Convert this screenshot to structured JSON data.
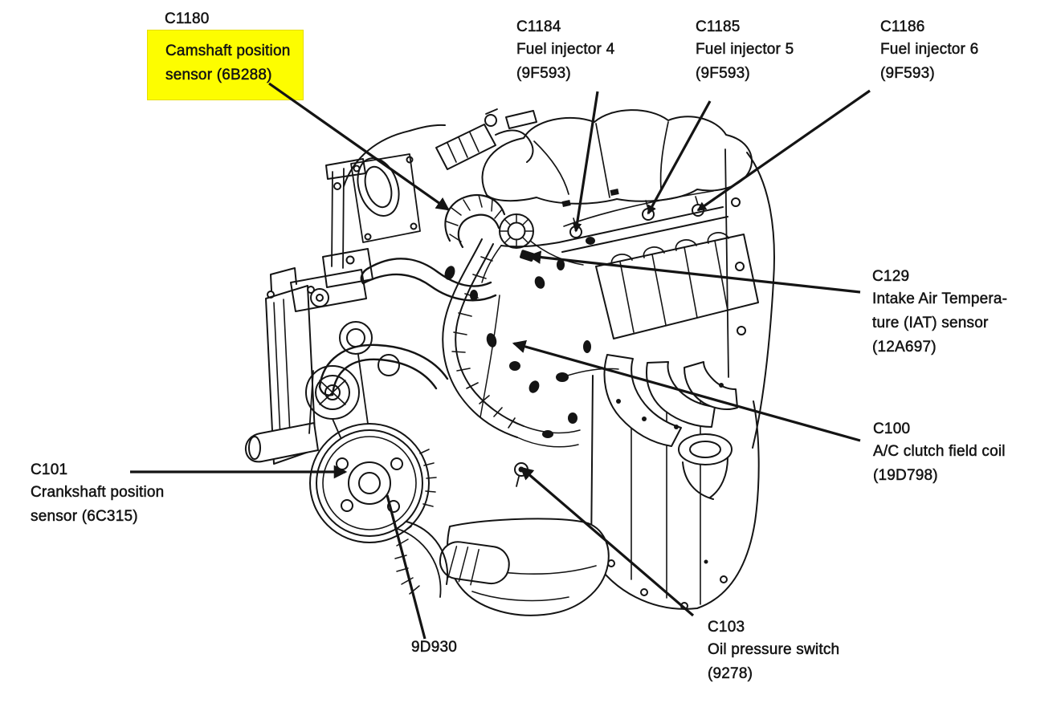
{
  "diagram": {
    "type": "engine-component-location-diagram",
    "highlight_color": "#fdfd00",
    "line_color": "#141414",
    "background_color": "#ffffff",
    "labels": {
      "c1180": {
        "code": "C1180",
        "line1": "Camshaft position",
        "line2": "sensor (6B288)",
        "highlighted": true
      },
      "c1184": {
        "code": "C1184",
        "line1": "Fuel injector 4",
        "line2": "(9F593)",
        "highlighted": false
      },
      "c1185": {
        "code": "C1185",
        "line1": "Fuel injector 5",
        "line2": "(9F593)",
        "highlighted": false
      },
      "c1186": {
        "code": "C1186",
        "line1": "Fuel injector 6",
        "line2": "(9F593)",
        "highlighted": false
      },
      "c129": {
        "code": "C129",
        "line1": "Intake Air Tempera-",
        "line2": "ture (IAT) sensor",
        "line3": "(12A697)",
        "highlighted": false
      },
      "c100": {
        "code": "C100",
        "line1": "A/C clutch field coil",
        "line2": "(19D798)",
        "highlighted": false
      },
      "c101": {
        "code": "C101",
        "line1": "Crankshaft position",
        "line2": "sensor (6C315)",
        "highlighted": false
      },
      "d9d930": {
        "code": "9D930",
        "highlighted": false
      },
      "c103": {
        "code": "C103",
        "line1": "Oil pressure switch",
        "line2": "(9278)",
        "highlighted": false
      }
    }
  }
}
